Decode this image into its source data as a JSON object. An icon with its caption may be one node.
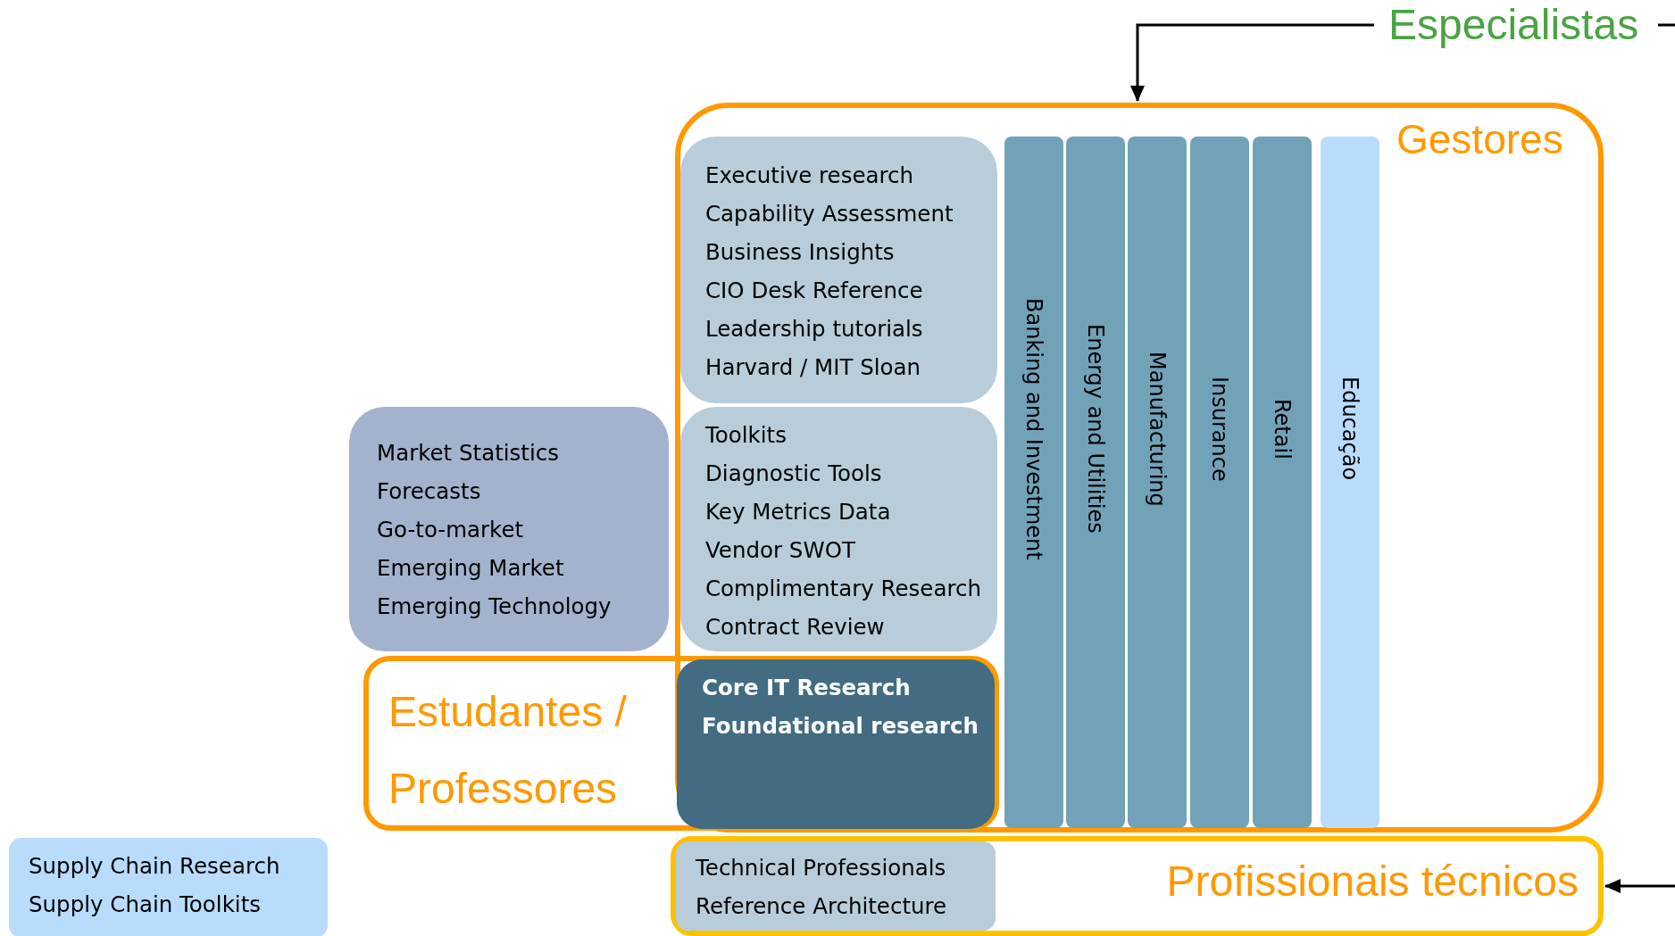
{
  "diagram": {
    "nodes": [
      {
        "text": [
          "Especialistas"
        ]
      },
      {
        "text": [
          "Gestores"
        ]
      },
      {
        "text": [
          "Executive research",
          "Capability Assessment",
          "Business Insights",
          "CIO Desk Reference",
          "Leadership tutorials",
          "Harvard / MIT Sloan"
        ],
        "in": 1
      },
      {
        "text": [
          "Toolkits",
          "Diagnostic Tools",
          "Key Metrics Data",
          "Vendor SWOT",
          "Complimentary Research",
          "Contract Review"
        ],
        "in": 1
      },
      {
        "text": [
          "Market Statistics",
          "Forecasts",
          "Go-to-market",
          "Emerging Market",
          "Emerging Technology"
        ]
      },
      {
        "text": [
          "Estudantes / Professores"
        ]
      },
      {
        "text": [
          "Core IT Research",
          "Foundational research"
        ]
      },
      {
        "text": [
          "Banking and Investment"
        ],
        "in": 1
      },
      {
        "text": [
          "Energy and Utilities"
        ],
        "in": 1
      },
      {
        "text": [
          "Manufacturing"
        ],
        "in": 1
      },
      {
        "text": [
          "Insurance"
        ],
        "in": 1
      },
      {
        "text": [
          "Retail"
        ],
        "in": 1
      },
      {
        "text": [
          "Educação"
        ],
        "in": 1
      },
      {
        "text": [
          "Profissionais técnicos"
        ]
      },
      {
        "text": [
          "Technical Professionals",
          "Reference Architecture"
        ],
        "in": 13
      },
      {
        "text": [
          "Supply Chain Research",
          "Supply Chain Toolkits"
        ]
      }
    ],
    "edges": [
      {
        "from": 0,
        "to": 1,
        "arrow": "to"
      },
      {
        "from": 0,
        "to": null,
        "arrow": "none"
      },
      {
        "from": null,
        "to": 13,
        "arrow": "to"
      }
    ]
  }
}
